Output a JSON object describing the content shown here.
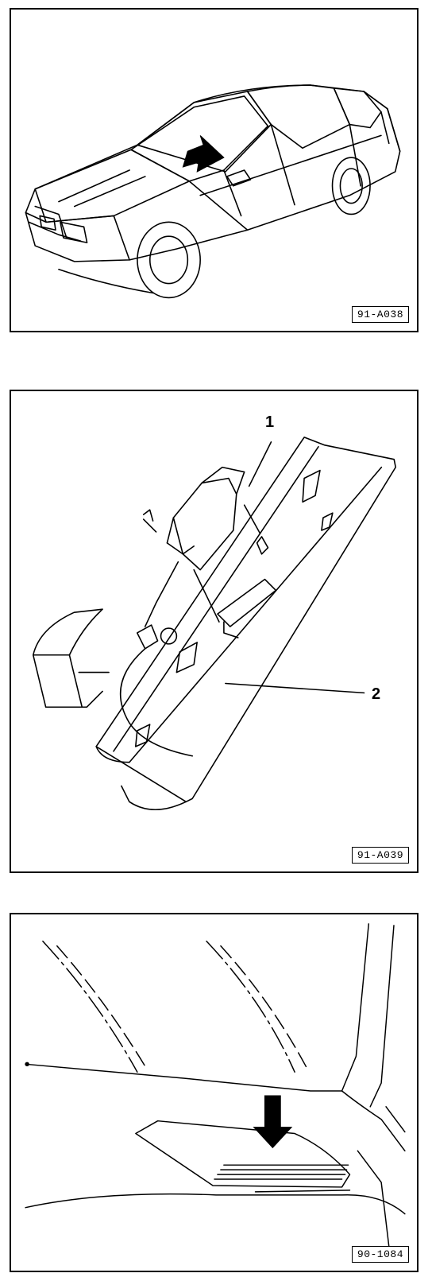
{
  "figures": [
    {
      "code": "91-A038"
    },
    {
      "code": "91-A039",
      "callouts": [
        "1",
        "2"
      ]
    },
    {
      "code": "90-1084"
    }
  ]
}
